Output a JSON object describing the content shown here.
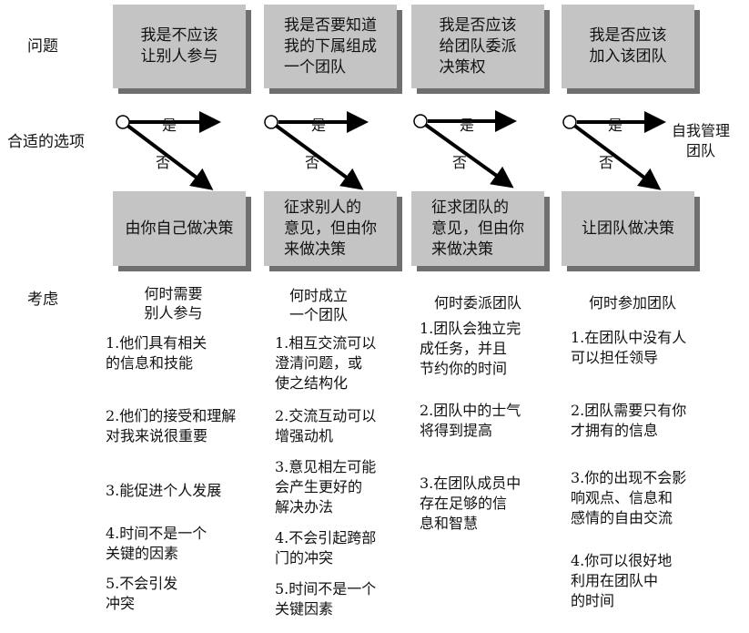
{
  "row_labels": {
    "question": "问题",
    "options": "合适的选项",
    "considerations": "考虑"
  },
  "branch": {
    "yes": "是",
    "no": "否"
  },
  "columns": [
    {
      "question": "我是不应该\n让别人参与",
      "decision": "由你自己做决策",
      "heading": "何时需要\n别人参与",
      "items": [
        "1.他们具有相关\n的信息和技能",
        "2.他们的接受和理解\n对我来说很重要",
        "3.能促进个人发展",
        "4.时间不是一个\n关键的因素",
        "5.不会引发\n冲突"
      ]
    },
    {
      "question": "我是否要知道\n我的下属组成\n一个团队",
      "decision": "征求别人的\n意见，但由你\n来做决策",
      "heading": "何时成立\n一个团队",
      "items": [
        "1.相互交流可以\n澄清问题，或\n使之结构化",
        "2.交流互动可以\n增强动机",
        "3.意见相左可能\n会产生更好的\n解决办法",
        "4.不会引起跨部\n门的冲突",
        "5.时间不是一个\n关键因素"
      ]
    },
    {
      "question": "我是否应该\n给团队委派\n决策权",
      "decision": "征求团队的\n意见，但由你\n来做决策",
      "heading": "何时委派团队",
      "items": [
        "1.团队会独立完\n成任务，并且\n节约你的时间",
        "2.团队中的士气\n将得到提高",
        "3.在团队成员中\n存在足够的信\n息和智慧"
      ]
    },
    {
      "question": "我是否应该\n加入该团队",
      "decision": "让团队做决策",
      "side_label": "自我管理\n团队",
      "heading": "何时参加团队",
      "items": [
        "1.在团队中没有人\n可以担任领导",
        "2.团队需要只有你\n才拥有的信息",
        "3.你的出现不会影\n响观点、信息和\n感情的自由交流",
        "4.你可以很好地\n利用在团队中\n的时间"
      ]
    }
  ]
}
